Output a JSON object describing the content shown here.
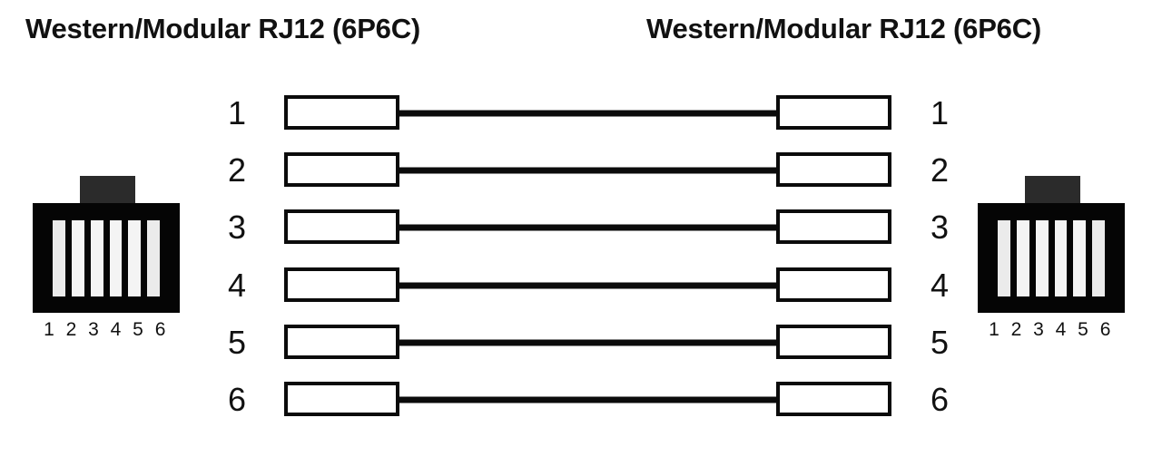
{
  "titles": {
    "left": "Western/Modular RJ12 (6P6C)",
    "right": "Western/Modular RJ12 (6P6C)"
  },
  "connectors": {
    "left": {
      "type": "rj12-jack",
      "pin_count": 6,
      "pin_labels": "1 2 3 4 5 6",
      "body_color": "#050505",
      "tab_color": "#2b2b2b",
      "slot_color": "#f4f4f4"
    },
    "right": {
      "type": "rj12-jack",
      "pin_count": 6,
      "pin_labels": "1 2 3 4 5 6",
      "body_color": "#050505",
      "tab_color": "#2b2b2b",
      "slot_color": "#f4f4f4"
    }
  },
  "pinmap": {
    "wiring": "straight-through",
    "wire_color": "#0b0b0b",
    "rows": [
      {
        "left_num": "1",
        "right_num": "1"
      },
      {
        "left_num": "2",
        "right_num": "2"
      },
      {
        "left_num": "3",
        "right_num": "3"
      },
      {
        "left_num": "4",
        "right_num": "4"
      },
      {
        "left_num": "5",
        "right_num": "5"
      },
      {
        "left_num": "6",
        "right_num": "6"
      }
    ]
  }
}
